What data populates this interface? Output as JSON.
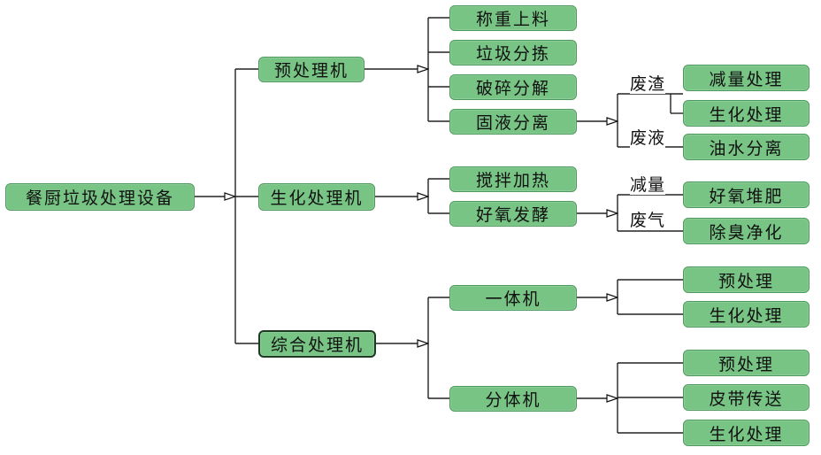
{
  "root": "餐厨垃圾处理设备",
  "branches": {
    "pre": {
      "label": "预处理机",
      "children": [
        "称重上料",
        "垃圾分拣",
        "破碎分解",
        "固液分离"
      ],
      "split": {
        "residue_label": "废渣",
        "liquid_label": "废液",
        "outputs": [
          "减量处理",
          "生化处理",
          "油水分离"
        ]
      }
    },
    "bio": {
      "label": "生化处理机",
      "children": [
        "搅拌加热",
        "好氧发酵"
      ],
      "split": {
        "reduce_label": "减量",
        "gas_label": "废气",
        "outputs": [
          "好氧堆肥",
          "除臭净化"
        ]
      }
    },
    "combo": {
      "label": "综合处理机",
      "integrated": {
        "label": "一体机",
        "outputs": [
          "预处理",
          "生化处理"
        ]
      },
      "split_unit": {
        "label": "分体机",
        "outputs": [
          "预处理",
          "皮带传送",
          "生化处理"
        ]
      }
    }
  }
}
